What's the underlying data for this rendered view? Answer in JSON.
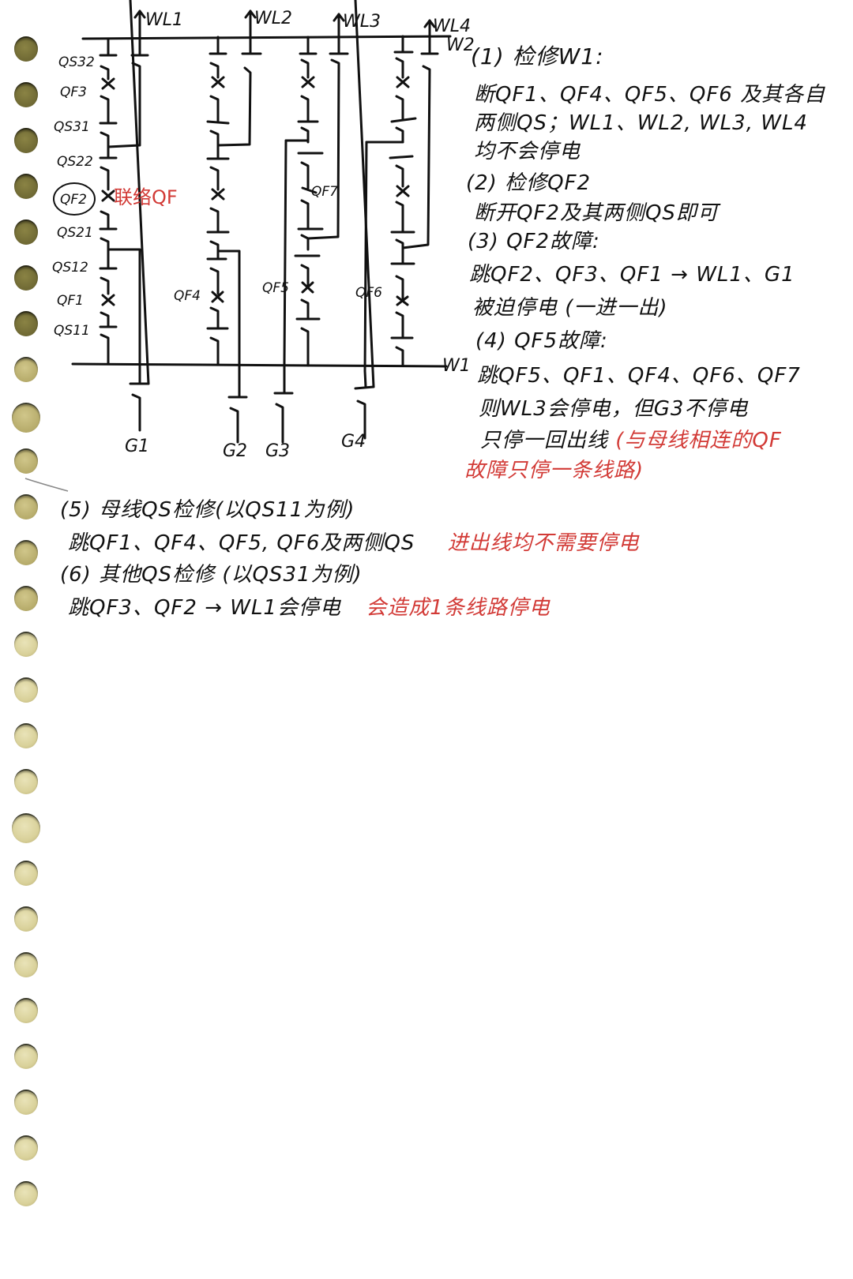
{
  "page": {
    "background": "#ffffff",
    "ink_color": "#111111",
    "red_ink_color": "#d23a36",
    "binding_hole_count": 26
  },
  "diagram": {
    "feeder_labels": [
      "WL1",
      "WL2",
      "WL3",
      "WL4"
    ],
    "bus_labels": {
      "top_bus": "W2",
      "bottom_bus": "W1"
    },
    "switch_labels": [
      "QS32",
      "QF3",
      "QS31",
      "QS22",
      "QF2",
      "QS21",
      "QS12",
      "QF1",
      "QS11",
      "QF4",
      "QF5",
      "QF6",
      "QF7"
    ],
    "circled_label": "QF2",
    "annotation_red": "联络QF",
    "generator_labels": [
      "G1",
      "G2",
      "G3",
      "G4"
    ]
  },
  "notes": {
    "item1": {
      "title": "(1) 检修W1:",
      "lines": [
        "断QF1、QF4、QF5、QF6 及其各自",
        "两侧QS；WL1、WL2, WL3, WL4",
        "均不会停电"
      ]
    },
    "item2": {
      "title": "(2) 检修QF2",
      "lines": [
        "断开QF2及其两侧QS即可"
      ]
    },
    "item3": {
      "title": "(3) QF2故障:",
      "lines": [
        "跳QF2、QF3、QF1 → WL1、G1",
        "被迫停电 (一进一出)"
      ]
    },
    "item4": {
      "title": "(4) QF5故障:",
      "lines": [
        "跳QF5、QF1、QF4、QF6、QF7",
        "则WL3会停电，但G3不停电",
        "只停一回出线"
      ],
      "red_note_line1": "(与母线相连的QF",
      "red_note_line2": "故障只停一条线路)"
    },
    "item5": {
      "title": "(5) 母线QS检修(以QS11为例)",
      "line": "跳QF1、QF4、QF5, QF6及两侧QS",
      "red_note": "进出线均不需要停电"
    },
    "item6": {
      "title": "(6) 其他QS检修 (以QS31为例)",
      "line": "跳QF3、QF2  → WL1会停电",
      "red_note": "会造成1条线路停电"
    }
  }
}
